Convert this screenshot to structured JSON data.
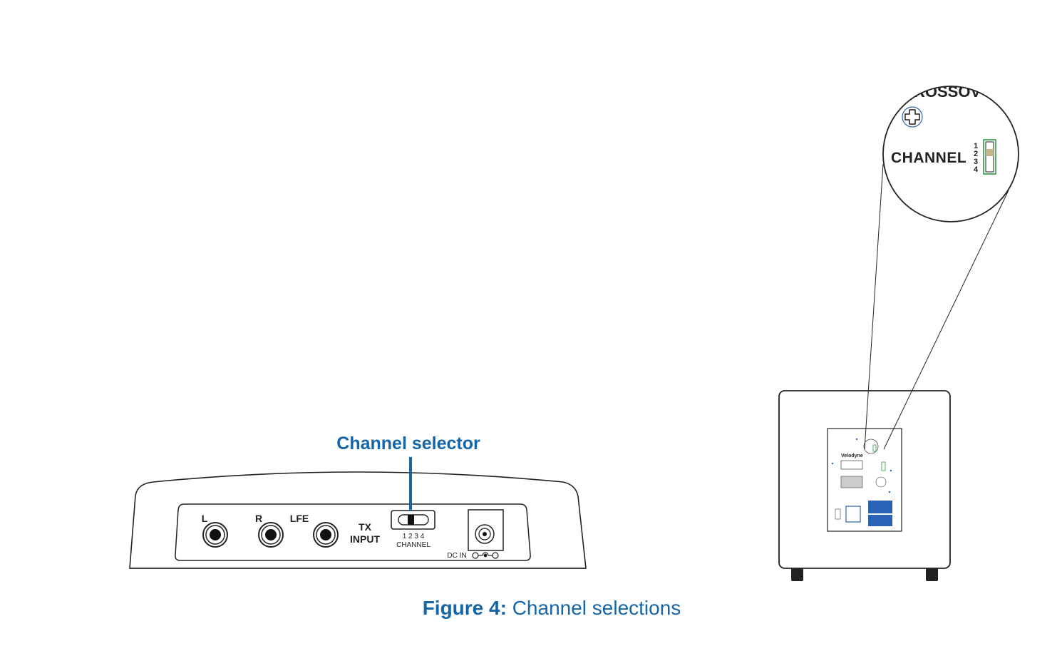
{
  "callout": {
    "label": "Channel selector"
  },
  "transmitter": {
    "inputs": [
      "L",
      "R",
      "LFE"
    ],
    "tx_input": [
      "TX",
      "INPUT"
    ],
    "channel_numbers": "1 2 3 4",
    "channel_label": "CHANNEL",
    "dc_in": "DC IN"
  },
  "subwoofer": {
    "zoom_text_top": "ROSSOV",
    "zoom_channel_label": "CHANNEL",
    "zoom_numbers": [
      "1",
      "2",
      "3",
      "4"
    ],
    "brand": "Velodyne",
    "switch_color": "#2e9a3e"
  },
  "caption": {
    "prefix": "Figure 4:",
    "text": " Channel selections"
  },
  "colors": {
    "accent": "#1565a8"
  }
}
